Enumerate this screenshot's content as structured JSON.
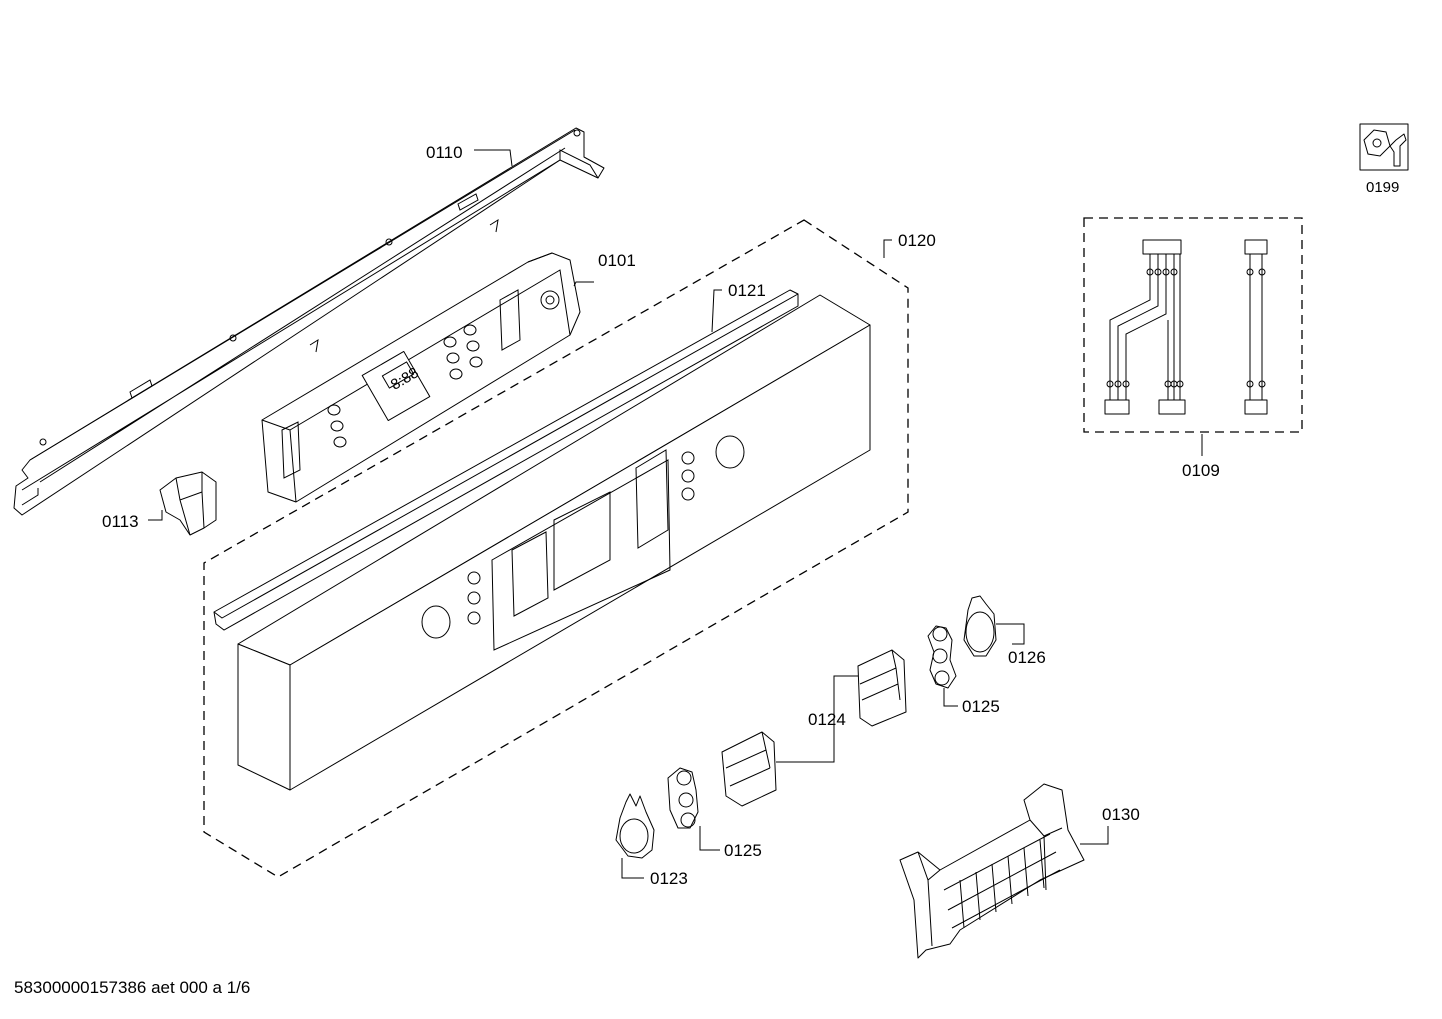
{
  "labels": {
    "p0110": "0110",
    "p0101": "0101",
    "p0120": "0120",
    "p0121": "0121",
    "p0113": "0113",
    "p0109": "0109",
    "p0199": "0199",
    "p0126": "0126",
    "p0125a": "0125",
    "p0124": "0124",
    "p0125b": "0125",
    "p0123": "0123",
    "p0130": "0130"
  },
  "display_digits": "8:88",
  "footer": "58300000157386 aet 000 a 1/6",
  "icons": {
    "service_tool": "wrench-nut-icon"
  }
}
